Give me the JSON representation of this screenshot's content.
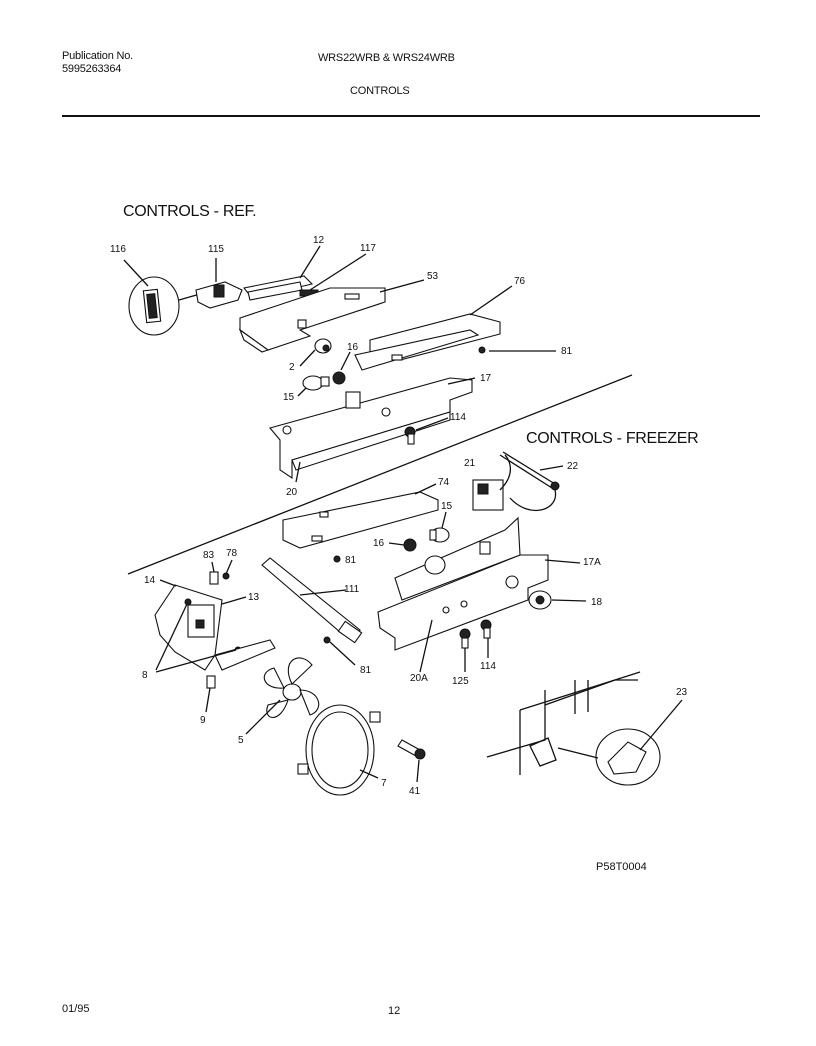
{
  "header": {
    "publication_label": "Publication No.",
    "publication_number": "5995263364",
    "model": "WRS22WRB & WRS24WRB",
    "section_title": "CONTROLS"
  },
  "captions": {
    "refrigerator": "CONTROLS - REF.",
    "freezer": "CONTROLS - FREEZER"
  },
  "part_callouts": [
    "116",
    "115",
    "12",
    "117",
    "53",
    "76",
    "2",
    "16",
    "81",
    "15",
    "17",
    "114",
    "20",
    "21",
    "22",
    "74",
    "15",
    "83",
    "78",
    "16",
    "81",
    "17A",
    "14",
    "13",
    "111",
    "18",
    "8",
    "20A",
    "114",
    "125",
    "81",
    "9",
    "5",
    "23",
    "7",
    "41"
  ],
  "footer": {
    "drawing_code": "P58T0004",
    "date": "01/95",
    "page_number": "12"
  }
}
